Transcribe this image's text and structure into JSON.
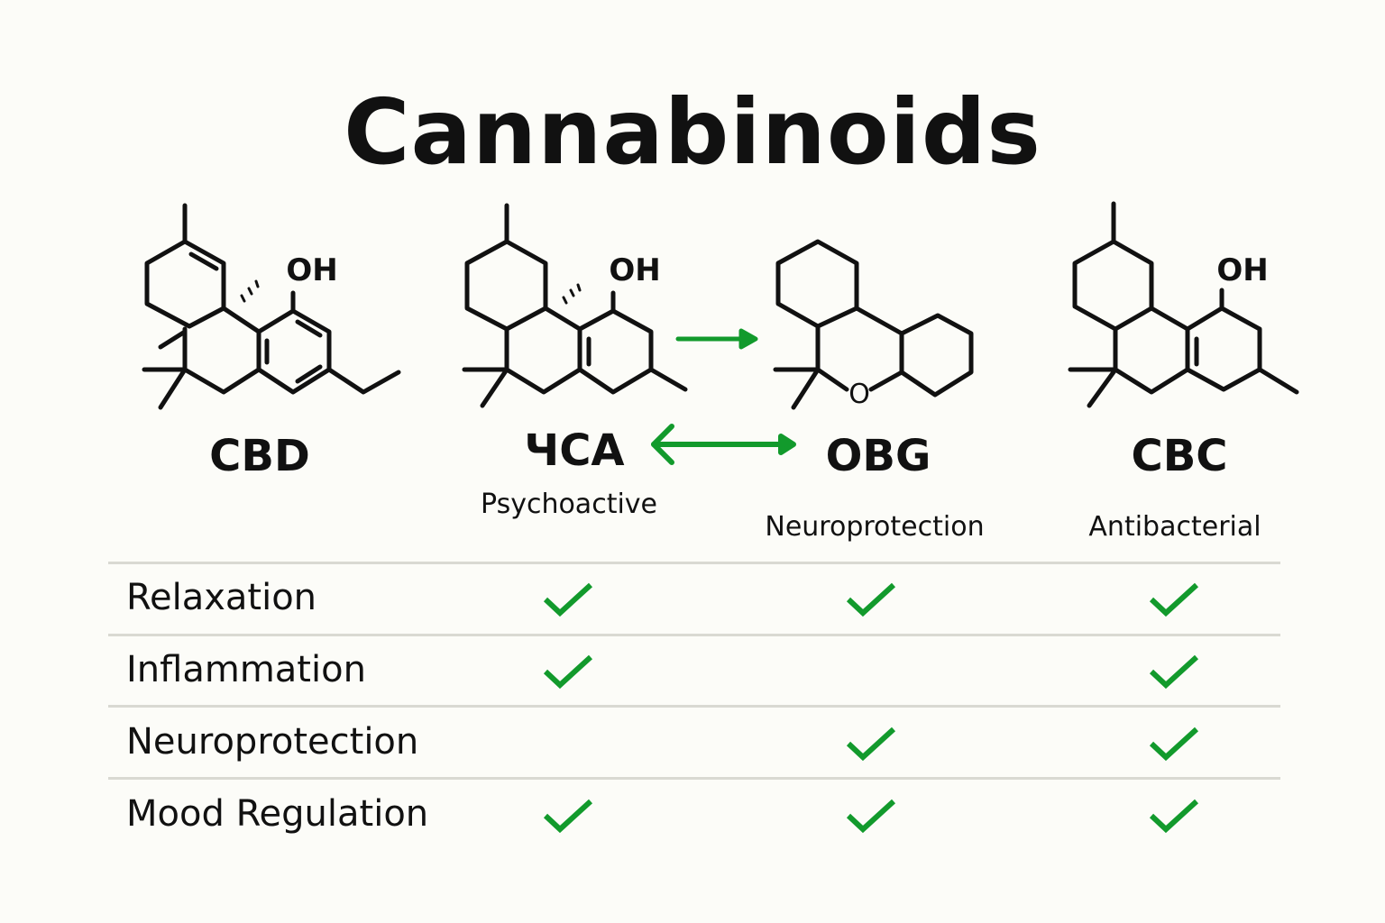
{
  "title": "Cannabinoids",
  "compounds": [
    {
      "name": "CBD",
      "effect": "",
      "oh_label": "OH"
    },
    {
      "name": "ЧCA",
      "effect": "Psychoactive",
      "oh_label": "OH"
    },
    {
      "name": "OBG",
      "effect": "Neuroprotection",
      "o_label": "O"
    },
    {
      "name": "CBC",
      "effect": "Antibacterial",
      "oh_label": "OH"
    }
  ],
  "table": {
    "rows": [
      {
        "label": "Relaxation",
        "checks": [
          true,
          true,
          true
        ]
      },
      {
        "label": "Inflammation",
        "checks": [
          true,
          false,
          true
        ]
      },
      {
        "label": "Neuroprotection",
        "checks": [
          false,
          true,
          true
        ]
      },
      {
        "label": "Mood Regulation",
        "checks": [
          true,
          true,
          true
        ]
      }
    ]
  },
  "colors": {
    "accent": "#129a2c",
    "text": "#111111",
    "rule": "#d9d9d2",
    "background": "#fcfcf8"
  }
}
